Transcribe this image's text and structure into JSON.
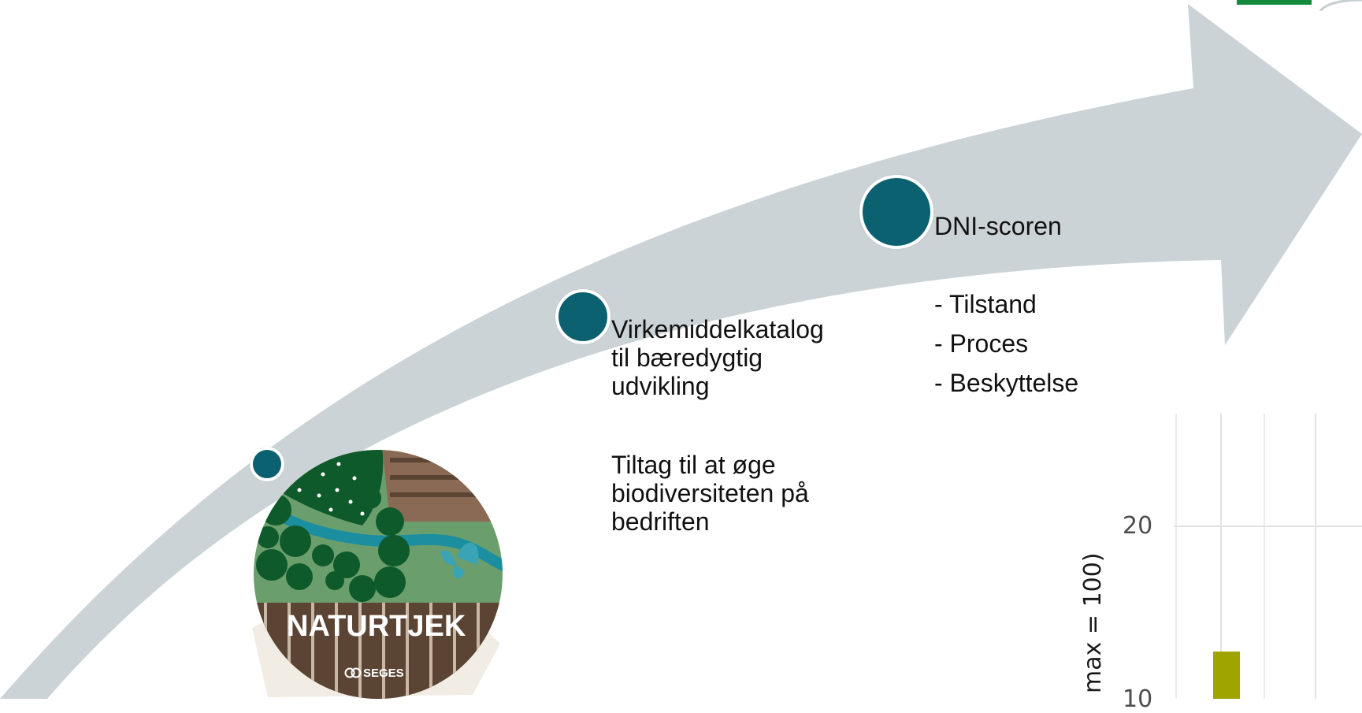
{
  "milestones": [
    {
      "title": "Virkemiddelkatalog til bæredygtig udvikling",
      "title_lines": [
        "Virkemiddelkatalog",
        "til bæredygtig",
        "udvikling"
      ],
      "description_lines": [
        "Tiltag til at øge",
        "biodiversiteten på",
        "bedriften"
      ]
    },
    {
      "title": "DNI-scoren",
      "bullets": [
        "- Tilstand",
        "- Proces",
        "- Beskyttelse"
      ]
    }
  ],
  "badge": {
    "title": "NATURTJEK",
    "logo_text": "SEGES"
  },
  "chart_fragment": {
    "ylabel_visible": "max = 100)",
    "ticks": [
      "20",
      "10"
    ]
  },
  "colors": {
    "arrow": "#cbd3d6",
    "milestone": "#0b6170",
    "bar": "#a0a400",
    "badge_brown": "#5b4434",
    "badge_green_dark": "#0f5a2a",
    "badge_green_light": "#6b9e6d",
    "river": "#1b8ea0",
    "corner_green": "#138a3c"
  }
}
